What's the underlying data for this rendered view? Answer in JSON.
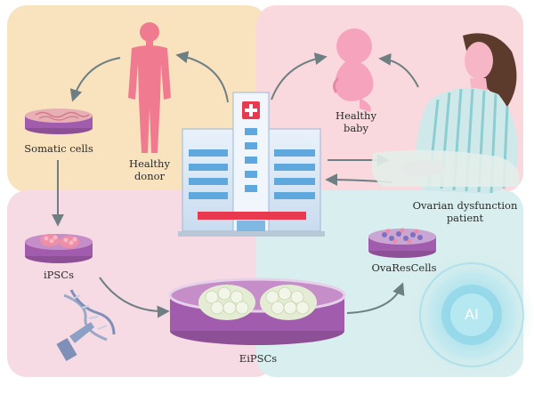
{
  "labels": {
    "somatic": "Somatic cells",
    "donor_line1": "Healthy",
    "donor_line2": "donor",
    "baby_line1": "Healthy",
    "baby_line2": "baby",
    "patient_line1": "Ovarian dysfunction",
    "patient_line2": "patient",
    "ipscs": "iPSCs",
    "eipscs": "EiPSCs",
    "ovares": "OvaResCells",
    "ai": "AI"
  },
  "colors": {
    "panel_top_left": "#f9e3bf",
    "panel_top_right": "#f9d9dd",
    "panel_bottom_left": "#f7dbe4",
    "panel_bottom_right": "#d9eeee",
    "dish_purple": "#a25cae",
    "body_pink": "#f07a90",
    "arrow": "#6e7f84"
  }
}
